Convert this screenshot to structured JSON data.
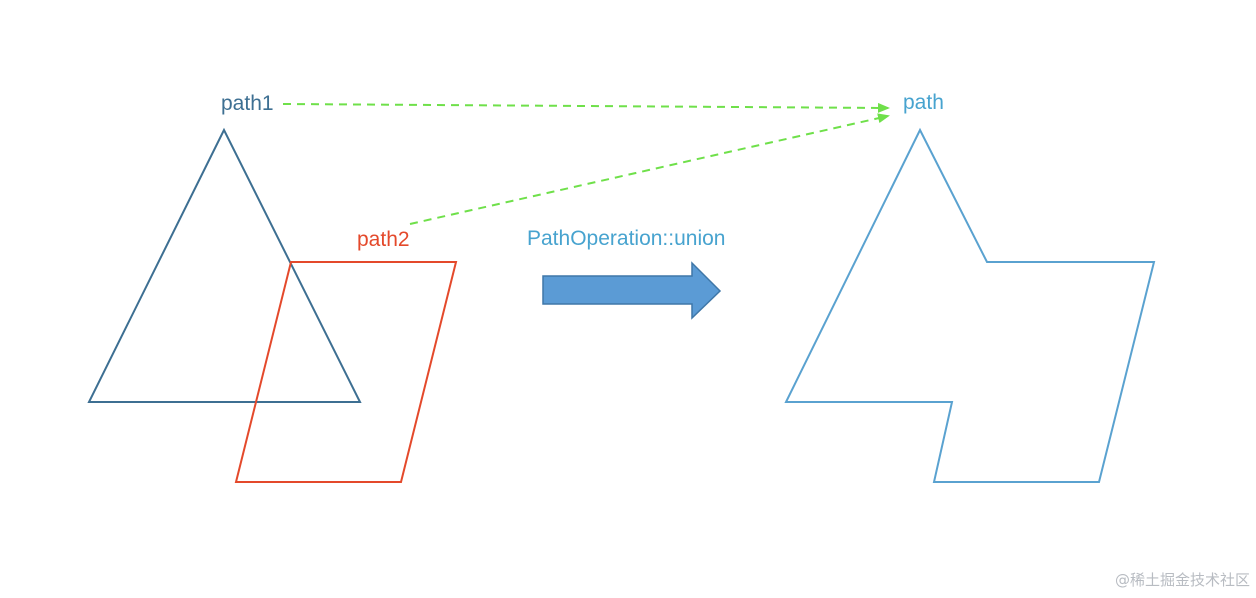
{
  "labels": {
    "path1": "path1",
    "path2": "path2",
    "operation": "PathOperation::union",
    "result": "path"
  },
  "watermark": "@稀土掘金技术社区",
  "colors": {
    "path1": "#3d6f92",
    "path2": "#e4492b",
    "result": "#5aa2d0",
    "operation_label": "#47a3cf",
    "arrow_fill": "#5b9bd5",
    "arrow_stroke": "#3f77a8",
    "dashed_link": "#6fe04a"
  }
}
